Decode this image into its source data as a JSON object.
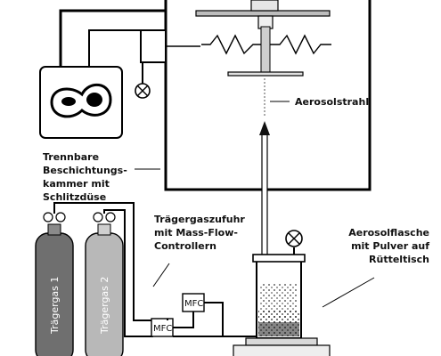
{
  "labels": {
    "aerosol_jet": "Aerosolstrahl",
    "chamber_line1": "Trennbare",
    "chamber_line2": "Beschichtungs-",
    "chamber_line3": "kammer mit",
    "chamber_line4": "Schlitzdüse",
    "carrier_line1": "Trägergaszufuhr",
    "carrier_line2": "mit Mass-Flow-",
    "carrier_line3": "Controllern",
    "flask_line1": "Aerosolflasche",
    "flask_line2": "mit Pulver auf",
    "flask_line3": "Rütteltisch",
    "gas1": "Trägergas 1",
    "gas2": "Trägergas 2",
    "mfc1": "MFC",
    "mfc2": "MFC"
  },
  "colors": {
    "gas1_cylinder": "#6f6f6f",
    "gas2_cylinder": "#b8b8b8",
    "line": "#000000"
  }
}
